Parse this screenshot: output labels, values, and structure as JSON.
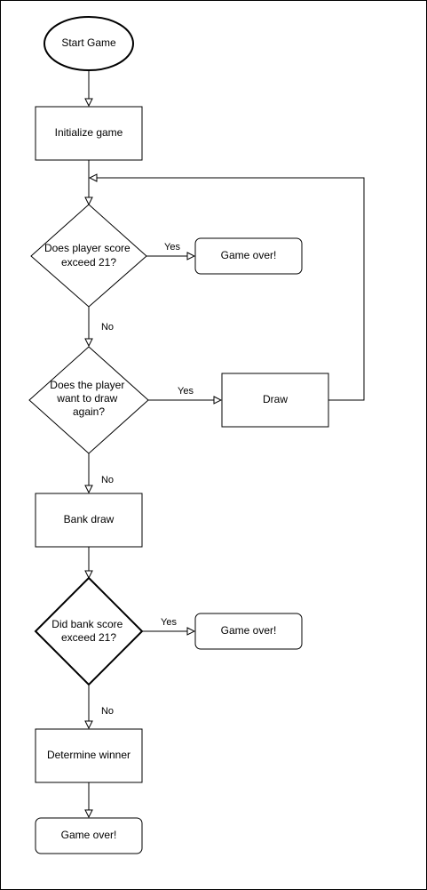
{
  "diagram": {
    "nodes": {
      "start": {
        "lines": [
          "Start Game"
        ]
      },
      "init": {
        "lines": [
          "Initialize game"
        ]
      },
      "check_score": {
        "lines": [
          "Does player score",
          "exceed 21?"
        ]
      },
      "game_over_1": {
        "lines": [
          "Game over!"
        ]
      },
      "want_draw": {
        "lines": [
          "Does the player",
          "want to draw",
          "again?"
        ]
      },
      "draw": {
        "lines": [
          "Draw"
        ]
      },
      "bank_draw": {
        "lines": [
          "Bank draw"
        ]
      },
      "bank_check": {
        "lines": [
          "Did bank score",
          "exceed 21?"
        ]
      },
      "game_over_2": {
        "lines": [
          "Game over!"
        ]
      },
      "winner": {
        "lines": [
          "Determine winner"
        ]
      },
      "game_over_3": {
        "lines": [
          "Game over!"
        ]
      }
    },
    "edge_labels": {
      "score_yes": "Yes",
      "score_no": "No",
      "draw_yes": "Yes",
      "draw_no": "No",
      "bank_yes": "Yes",
      "bank_no": "No"
    }
  }
}
